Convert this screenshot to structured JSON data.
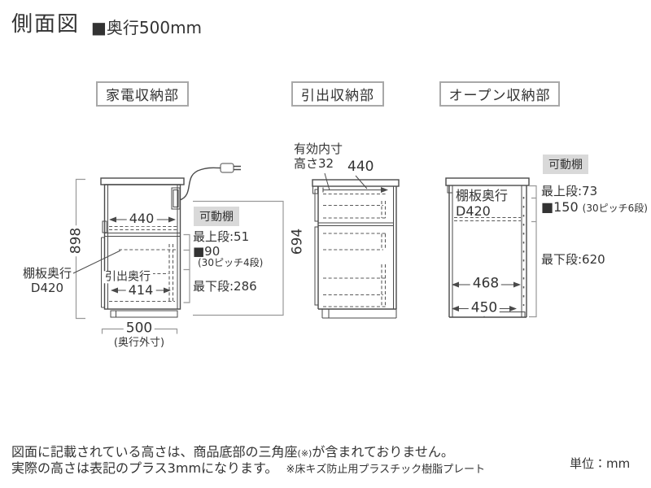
{
  "title": {
    "heading": "側面図",
    "depth": "■奥行500mm"
  },
  "unit": "単位：mm",
  "footer": {
    "line1_a": "図面に記載されている高さは、商品底部の三角座",
    "line1_b": "(※)",
    "line1_c": "が含まれておりません。",
    "line2": "実際の高さは表記のプラス3mmになります。",
    "line2_note": "※床キズ防止用プラスチック樹脂プレート"
  },
  "appliance": {
    "header": "家電収納部",
    "height": "898",
    "inner_width": "440",
    "shelf_depth_1": "棚板奥行",
    "shelf_depth_2": "D420",
    "drawer_depth_label": "引出奥行",
    "drawer_width": "414",
    "outer_depth": "500",
    "outer_depth_note": "(奥行外寸)",
    "movable_shelf": "可動棚",
    "top_row": "最上段:51",
    "pitch": "■90",
    "pitch_note": "(30ピッチ4段)",
    "bottom_row": "最下段:286"
  },
  "drawer": {
    "header": "引出収納部",
    "effective_1": "有効内寸",
    "effective_2": "高さ32",
    "inner_width": "440",
    "height": "694"
  },
  "open": {
    "header": "オープン収納部",
    "shelf_depth_1": "棚板奥行",
    "shelf_depth_2": "D420",
    "movable_shelf": "可動棚",
    "top_row": "最上段:73",
    "pitch": "■150",
    "pitch_note": "(30ピッチ6段)",
    "bottom_row": "最下段:620",
    "inner_width": "468",
    "bottom_width": "450"
  },
  "colors": {
    "text": "#333333",
    "line": "#4a4a4a",
    "dim_line": "#999999",
    "label_bg": "#d9d9d9",
    "box_border": "#a8a8a8"
  }
}
